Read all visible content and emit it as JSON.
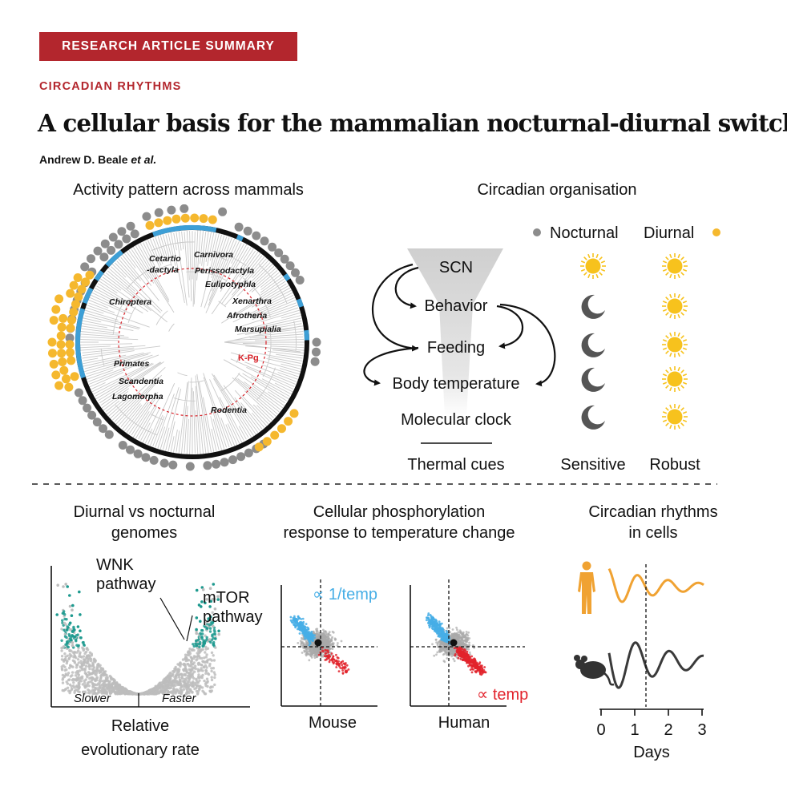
{
  "header": {
    "badge": "RESEARCH ARTICLE SUMMARY",
    "section": "CIRCADIAN RHYTHMS",
    "title": "A cellular basis for the mammalian nocturnal-diurnal switch",
    "author_name": "Andrew D. Beale",
    "author_suffix": "et al."
  },
  "panel_tree": {
    "heading": "Activity pattern across mammals",
    "clades": [
      "Cetartio",
      "-dactyla",
      "Carnivora",
      "Perissodactyla",
      "Eulipotyphla",
      "Chiroptera",
      "Xenarthra",
      "Afrotheria",
      "Marsupialia",
      "Primates",
      "Scandentia",
      "Lagomorpha",
      "Rodentia"
    ],
    "kpg_label": "K-Pg"
  },
  "panel_org": {
    "heading": "Circadian organisation",
    "legend_nocturnal": "Nocturnal",
    "legend_diurnal": "Diurnal",
    "nodes": [
      "SCN",
      "Behavior",
      "Feeding",
      "Body temperature",
      "Molecular clock"
    ],
    "thermal_label": "Thermal cues",
    "sensitive_label": "Sensitive",
    "robust_label": "Robust",
    "nocturnal_icons": [
      "sun-icon",
      "moon-icon",
      "moon-icon",
      "moon-icon",
      "moon-icon"
    ],
    "diurnal_icons": [
      "sun-icon",
      "sun-icon",
      "sun-icon",
      "sun-icon",
      "sun-icon"
    ]
  },
  "panel_genomes": {
    "heading_line1": "Diurnal vs nocturnal",
    "heading_line2": "genomes",
    "wnk_line1": "WNK",
    "wnk_line2": "pathway",
    "mtor_line1": "mTOR",
    "mtor_line2": "pathway",
    "slower": "Slower",
    "faster": "Faster",
    "xlabel_line1": "Relative",
    "xlabel_line2": "evolutionary rate"
  },
  "panel_phospho": {
    "heading_line1": "Cellular phosphorylation",
    "heading_line2": "response to temperature change",
    "inv_temp": "∝ 1/temp",
    "temp": "∝ temp",
    "mouse": "Mouse",
    "human": "Human"
  },
  "panel_cells": {
    "heading_line1": "Circadian rhythms",
    "heading_line2": "in cells",
    "xlabel": "Days",
    "ticks": [
      "0",
      "1",
      "2",
      "3"
    ]
  },
  "colors": {
    "brand_red": "#b3262d",
    "nocturnal_gray": "#8c8c8c",
    "diurnal_yellow": "#f5b82e",
    "branch_blue": "#3d9fd6",
    "teal": "#1e9a8f",
    "human_orange": "#f0a232",
    "neg_blue": "#46aee6",
    "pos_red": "#e2232c"
  }
}
